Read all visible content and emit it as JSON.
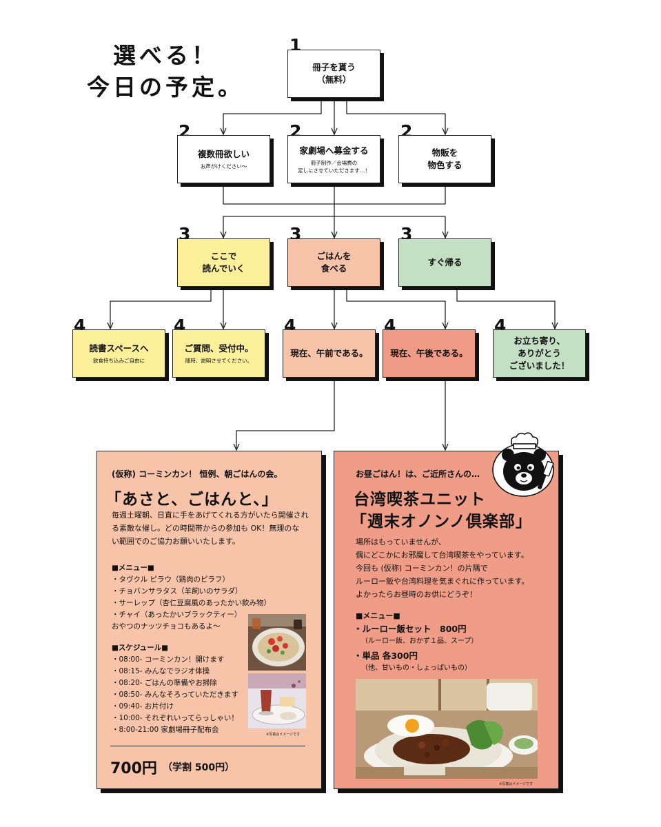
{
  "title": {
    "line1": "選べる！",
    "line2": "今日の予定。"
  },
  "steps": {
    "s1": {
      "num": "1",
      "label": "冊子を貰う",
      "sub": "（無料）"
    },
    "s2a": {
      "num": "2",
      "label": "複数冊欲しい",
      "sub": "お声がけください〜"
    },
    "s2b": {
      "num": "2",
      "label": "家劇場へ募金する",
      "sub1": "冊子制作／会場費の",
      "sub2": "足しにさせていただきます…！"
    },
    "s2c": {
      "num": "2",
      "label1": "物販を",
      "label2": "物色する"
    },
    "s3a": {
      "num": "3",
      "label1": "ここで",
      "label2": "読んでいく"
    },
    "s3b": {
      "num": "3",
      "label1": "ごはんを",
      "label2": "食べる"
    },
    "s3c": {
      "num": "3",
      "label": "すぐ帰る"
    },
    "s4a": {
      "num": "4",
      "label": "読書スペースへ",
      "sub": "飲食持ち込みご自由に"
    },
    "s4b": {
      "num": "4",
      "label": "ご質問、受付中。",
      "sub": "随時、説明させてください。"
    },
    "s4c": {
      "num": "4",
      "label": "現在、午前である。"
    },
    "s4d": {
      "num": "4",
      "label": "現在、午後である。"
    },
    "s4e": {
      "num": "4",
      "label1": "お立ち寄り、",
      "label2": "ありがとう",
      "label3": "ございました！"
    }
  },
  "colors": {
    "white": "#ffffff",
    "yellow": "#fbef9a",
    "peach": "#f6c3a8",
    "salmon": "#ef9b85",
    "green": "#c4e0c4",
    "card_left": "#f7c4a9",
    "card_right": "#ef9d87"
  },
  "morning": {
    "lead": "(仮称) コーミンカン！ 恒例、朝ごはんの会。",
    "heading": "「あさと、ごはんと、」",
    "desc": [
      "毎週土曜朝、日直に手をあげてくれる方がいたら開催され",
      "る素敵な催し。どの時間帯からの参加も OK！無理のな",
      "い範囲でのご協力お願いいたします。"
    ],
    "menu_title": "■メニュー■",
    "menu": [
      "・タヴクル ピラウ（鶏肉のピラフ）",
      "・チョバンサラタス（羊飼いのサラダ）",
      "・サーレップ（杏仁豆腐風のあったかい飲み物）",
      "・チャイ（あったかいブラックティー）",
      "おやつのナッツチョコもあるよ〜"
    ],
    "schedule_title": "■スケジュール■",
    "schedule": [
      "・08:00- コーミンカン！開けます",
      "・08:15- みんなでラジオ体操",
      "・08:20- ごはんの準備やお掃除",
      "・08:50- みんなそろっていただきます",
      "・09:40- お片付け",
      "・10:00- それぞれいってらっしゃい！",
      "・8:00-21:00 家劇場冊子配布会"
    ],
    "photo_note": "※写真はイメージです",
    "price_main": "700円",
    "price_sub": "（学割 500円）"
  },
  "lunch": {
    "lead": "お昼ごはん！は、ご近所さんの…",
    "heading1": "台湾喫茶ユニット",
    "heading2": "「週末オノンノ倶楽部」",
    "desc": [
      "場所はもっていませんが、",
      "偶にどこかにお邪魔して台湾喫茶をやっています。",
      "今回も (仮称) コーミンカン！の片隅で",
      "ルーロー飯や台湾料理を気まぐれに作っています。",
      "よかったらお昼時のお供にどうぞ！"
    ],
    "menu_title": "■メニュー■",
    "item1": "・ルーロー飯セット　800円",
    "item1_sub": "（ルーロー飯、おかず１品、スープ）",
    "item2": "・単品 各300円",
    "item2_sub": "（他、甘いもの・しょっぱいもの）",
    "photo_note": "※写真はイメージです"
  }
}
